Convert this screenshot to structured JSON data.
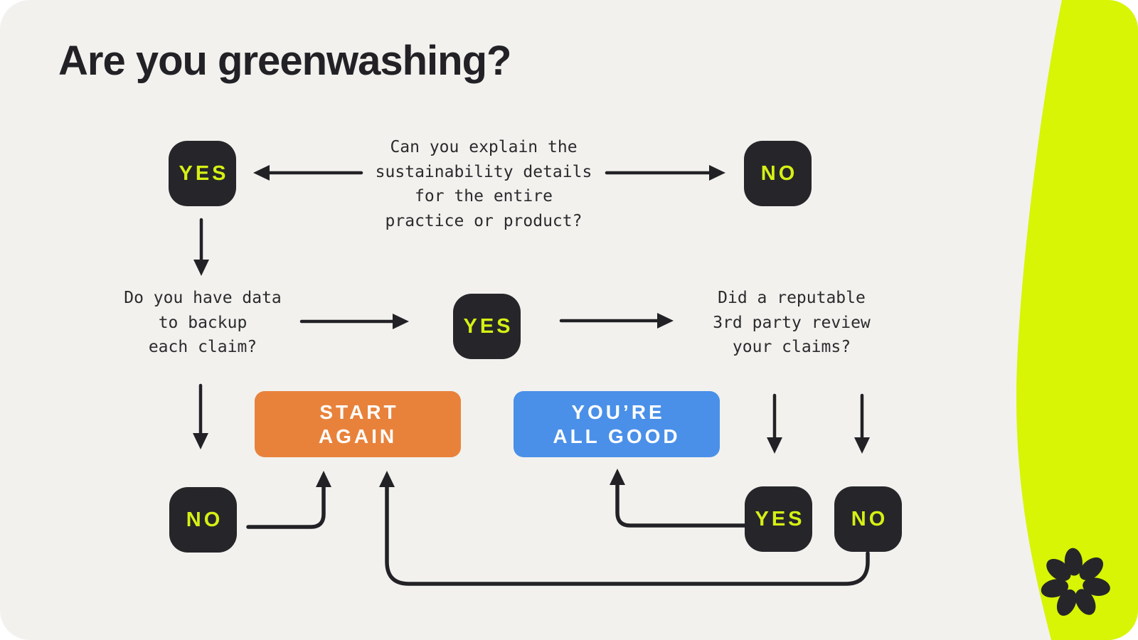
{
  "title": "Are you greenwashing?",
  "questions": {
    "explain": "Can you explain the\nsustainability details\nfor the entire\npractice or product?",
    "data_backup": "Do you have data\nto backup\neach claim?",
    "third_party": "Did a reputable\n3rd party review\nyour claims?"
  },
  "answers": {
    "explain_yes": "YES",
    "explain_no": "NO",
    "backup_yes": "YES",
    "backup_no": "NO",
    "review_yes": "YES",
    "review_no": "NO"
  },
  "outcomes": {
    "start_again": "START\nAGAIN",
    "all_good": "YOU’RE\nALL GOOD"
  },
  "colors": {
    "canvas_bg": "#f2f1ee",
    "node_dark": "#26262a",
    "lime_text": "#d6f014",
    "lime_accent": "#d7f505",
    "orange": "#e8823b",
    "blue": "#4a90e8",
    "arrow": "#222226",
    "question_text": "#2b2b2e",
    "outcome_text": "#ffffff"
  }
}
